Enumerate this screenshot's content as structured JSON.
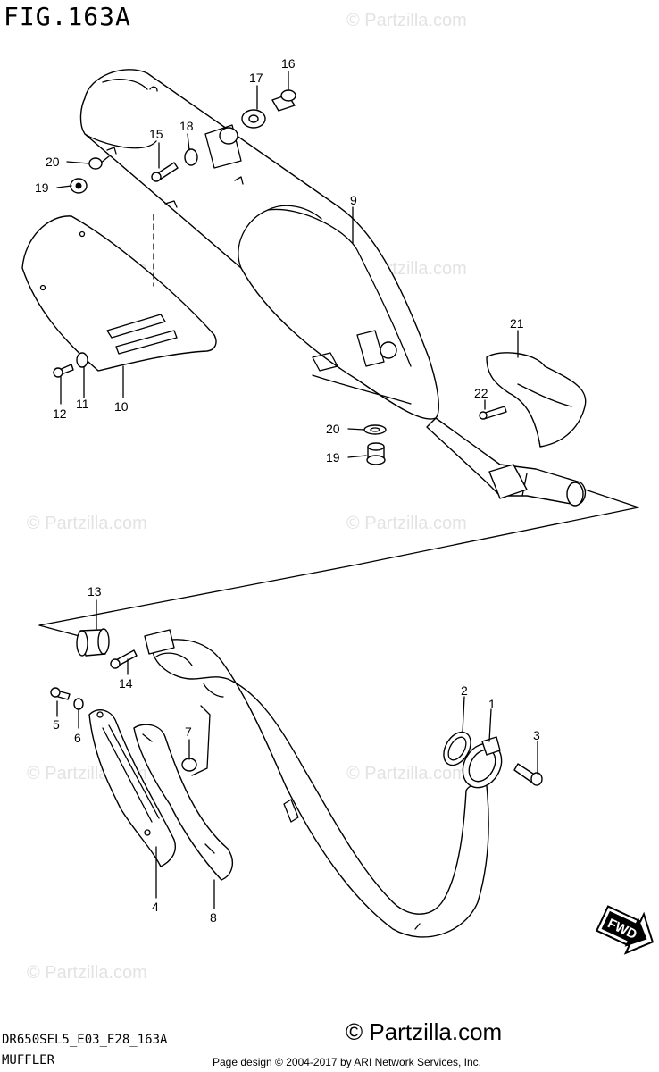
{
  "figure": {
    "title": "FIG.163A"
  },
  "watermark": {
    "text": "© Partzilla.com"
  },
  "footer": {
    "model_code": "DR650SEL5_E03_E28_163A",
    "section_name": "MUFFLER",
    "brand": "© Partzilla.com",
    "credit": "Page design © 2004-2017 by ARI Network Services, Inc."
  },
  "fwd_label": "FWD",
  "callouts": [
    {
      "num": "1"
    },
    {
      "num": "2"
    },
    {
      "num": "3"
    },
    {
      "num": "4"
    },
    {
      "num": "5"
    },
    {
      "num": "6"
    },
    {
      "num": "7"
    },
    {
      "num": "8"
    },
    {
      "num": "9"
    },
    {
      "num": "10"
    },
    {
      "num": "11"
    },
    {
      "num": "12"
    },
    {
      "num": "13"
    },
    {
      "num": "14"
    },
    {
      "num": "15"
    },
    {
      "num": "16"
    },
    {
      "num": "17"
    },
    {
      "num": "18"
    },
    {
      "num": "19"
    },
    {
      "num": "20"
    },
    {
      "num": "21"
    },
    {
      "num": "22"
    },
    {
      "num": "20"
    },
    {
      "num": "19"
    }
  ]
}
